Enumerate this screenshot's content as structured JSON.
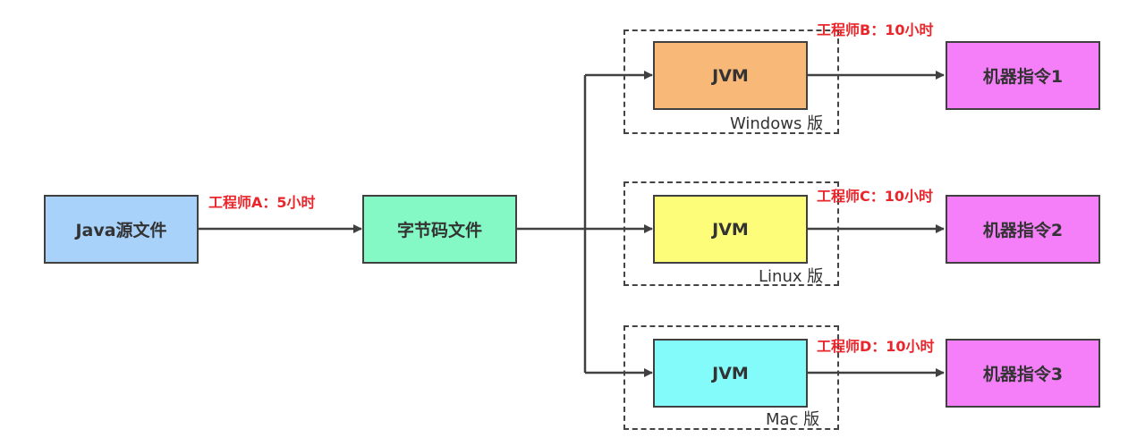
{
  "colors": {
    "source": "#a9d2fb",
    "bytecode": "#84f9c5",
    "jvm_windows": "#f8b877",
    "jvm_linux": "#fdfd7a",
    "jvm_mac": "#84fbfb",
    "instruction": "#f57ff8",
    "label_red": "#e8262b",
    "line": "#404040"
  },
  "nodes": {
    "source": "Java源文件",
    "bytecode": "字节码文件",
    "jvm_windows": "JVM",
    "jvm_linux": "JVM",
    "jvm_mac": "JVM",
    "instr1": "机器指令1",
    "instr2": "机器指令2",
    "instr3": "机器指令3"
  },
  "groups": {
    "windows": "Windows 版",
    "linux": "Linux 版",
    "mac": "Mac 版"
  },
  "edge_labels": {
    "compile": "工程师A：5小时",
    "windows": "工程师B：10小时",
    "linux": "工程师C：10小时",
    "mac": "工程师D：10小时"
  }
}
